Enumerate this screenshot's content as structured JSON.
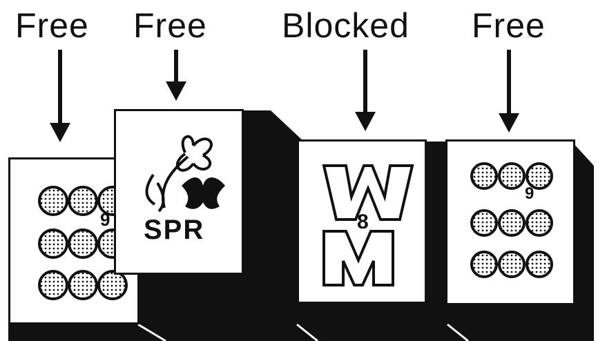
{
  "labels": {
    "tile1": "Free",
    "tile2": "Free",
    "tile3": "Blocked",
    "tile4": "Free"
  },
  "tiles": {
    "tile1": {
      "suit": "circles",
      "number": "9"
    },
    "tile2": {
      "suit": "flower",
      "text": "SPR"
    },
    "tile3": {
      "suit": "wind",
      "number": "8"
    },
    "tile4": {
      "suit": "circles",
      "number": "9"
    }
  },
  "icons": {
    "circles": "circle-suit-icon",
    "flower": "spring-flower-icon",
    "wind": "wind-character-icon"
  }
}
